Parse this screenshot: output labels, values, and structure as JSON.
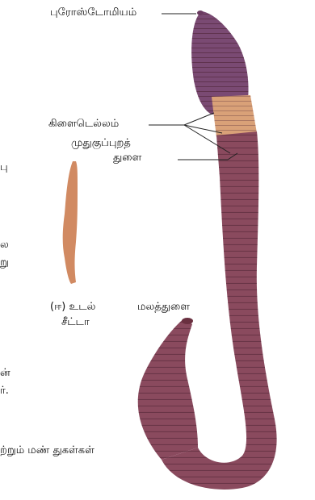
{
  "labels": {
    "prostomium": "புரோஸ்டோமியம்",
    "clitellum": "கிளைடெல்லம்",
    "dorsal_pore_l1": "முதுகுப்புறத்",
    "dorsal_pore_l2": "துளை",
    "anus": "மலத்துளை",
    "caption_l1": "(ஈ) உடல்",
    "caption_l2": "சீட்டா"
  },
  "edge_text": {
    "t1": "பு",
    "t2": "ல",
    "t3": "று",
    "t4": "ன்",
    "t5": "ர்.",
    "bottom": "ற்றும் மண் துகள்கள்"
  },
  "colors": {
    "worm_body": "#8a4a5e",
    "worm_front": "#7a4a73",
    "clitellum": "#d9a178",
    "seta": "#d18a62",
    "ring": "#5a2a3a"
  }
}
